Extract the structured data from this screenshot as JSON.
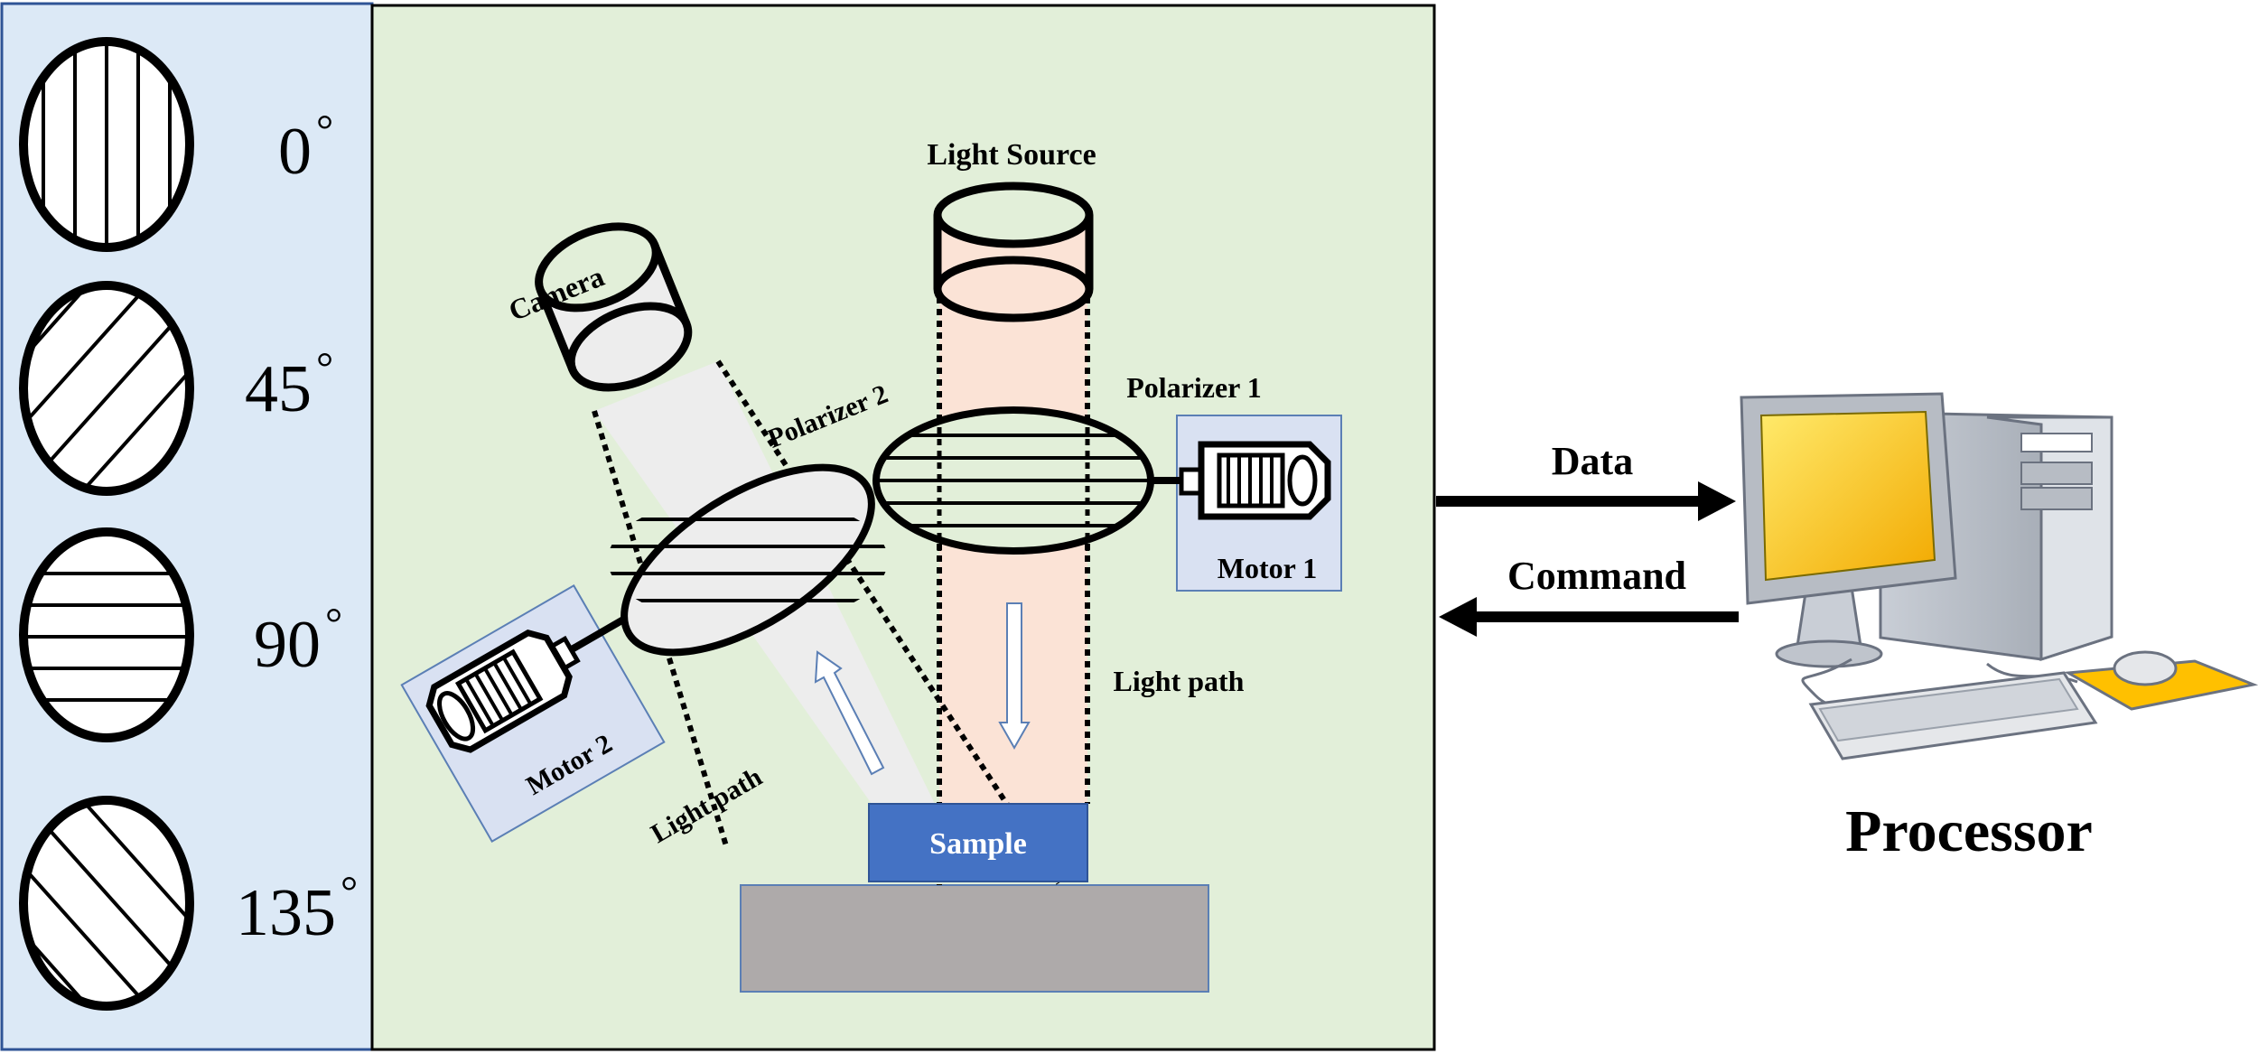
{
  "legend": {
    "orientations": [
      {
        "label": "0",
        "angle": 0
      },
      {
        "label": "45",
        "angle": 45
      },
      {
        "label": "90",
        "angle": 90
      },
      {
        "label": "135",
        "angle": 135
      }
    ],
    "degree_symbol": "°"
  },
  "setup": {
    "light_source_label": "Light Source",
    "camera_label": "Camera",
    "polarizer1_label": "Polarizer 1",
    "polarizer2_label": "Polarizer 2",
    "motor1_label": "Motor 1",
    "motor2_label": "Motor 2",
    "light_path_right_label": "Light path",
    "light_path_left_label": "Light path",
    "sample_label": "Sample"
  },
  "links": {
    "data_label": "Data",
    "command_label": "Command"
  },
  "processor": {
    "label": "Processor"
  },
  "colors": {
    "legend_bg": "#dce9f6",
    "legend_border": "#2f5496",
    "setup_bg": "#e2efd9",
    "light_beam": "#fbe3d6",
    "camera_beam": "#ededed",
    "motor_bg": "#d9e1f2",
    "sample": "#4472c4",
    "stage": "#aeaaaa",
    "monitor_screen": "#ffc000"
  }
}
